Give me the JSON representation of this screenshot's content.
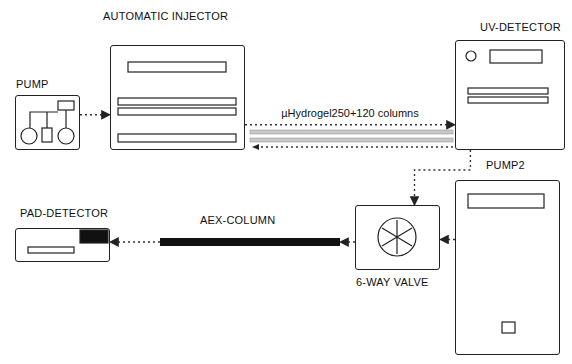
{
  "diagram": {
    "nodes": [
      {
        "text": [
          "PUMP"
        ]
      },
      {
        "text": [
          "AUTOMATIC INJECTOR"
        ]
      },
      {
        "text": [
          "UV-DETECTOR"
        ]
      },
      {
        "text": [
          "PUMP2"
        ]
      },
      {
        "text": [
          "6-WAY VALVE"
        ]
      },
      {
        "text": [
          "AEX-COLUMN"
        ]
      },
      {
        "text": [
          "PAD-DETECTOR"
        ]
      }
    ],
    "edges": [
      {
        "from": 0,
        "to": 1,
        "arrow": "to"
      },
      {
        "from": 1,
        "to": 2,
        "arrow": "to",
        "label": "µHydrogel250+120 columns"
      },
      {
        "from": 2,
        "to": 4,
        "arrow": "to"
      },
      {
        "from": 3,
        "to": 4,
        "arrow": "to"
      },
      {
        "from": 4,
        "to": 5,
        "arrow": "to"
      },
      {
        "from": 5,
        "to": 6,
        "arrow": "to"
      }
    ]
  }
}
